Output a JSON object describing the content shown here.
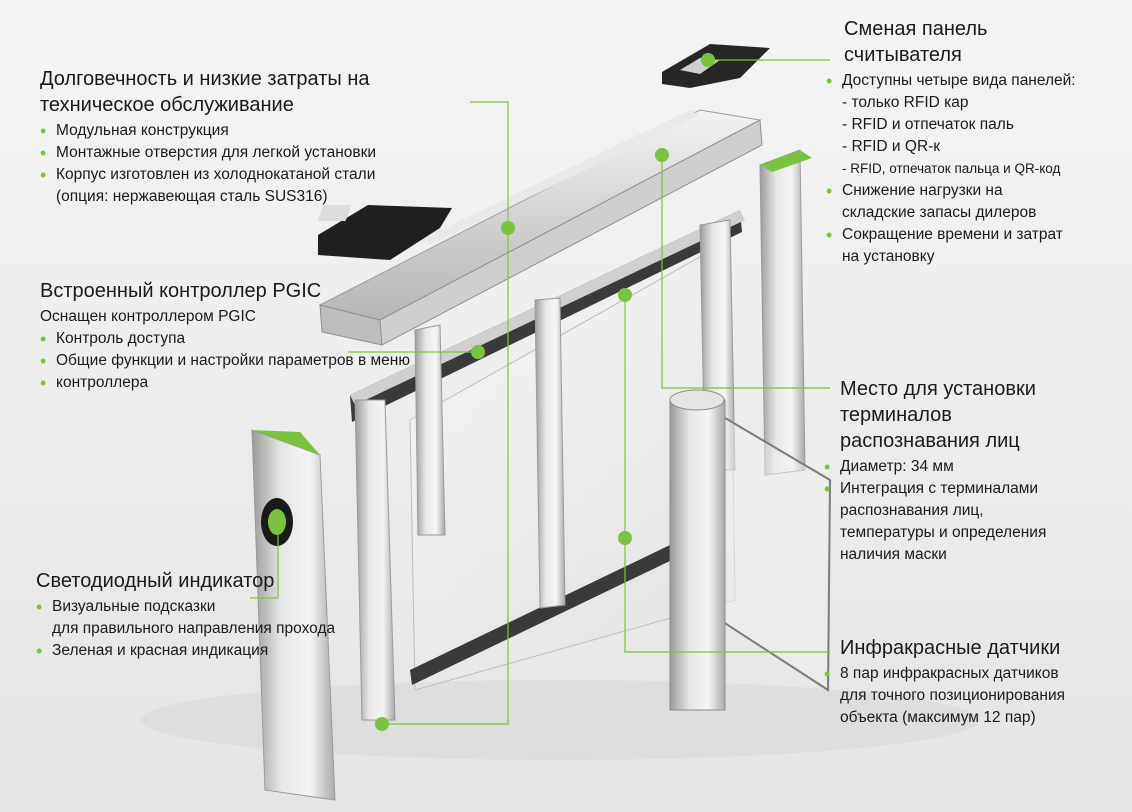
{
  "colors": {
    "accent": "#7cc242",
    "line": "#7cc242",
    "steel": "#c8c8c8",
    "dark": "#222222"
  },
  "callouts": {
    "durability": {
      "title": [
        "Долговечность и низкие затраты на",
        "техническое обслуживание"
      ],
      "items": [
        "Модульная конструкция",
        "Монтажные отверстия для легкой установки",
        "Корпус изготовлен из холоднокатаной стали",
        "(опция: нержавеющая сталь SUS316)"
      ]
    },
    "controller": {
      "title": [
        "Встроенный контроллер PGIC"
      ],
      "items": [
        "Оснащен контроллером PGIC",
        "Контроль доступа",
        "Общие функции и настройки параметров в меню",
        "контроллера"
      ]
    },
    "led": {
      "title": [
        "Светодиодный индикатор"
      ],
      "items": [
        "Визуальные подсказки",
        "для правильного направления прохода",
        "Зеленая и красная индикация"
      ]
    },
    "reader": {
      "title": [
        "Сменая панель",
        "считывателя"
      ],
      "items": [
        "Доступны четыре вида панелей:",
        "- только RFID кар",
        "- RFID и отпечаток паль",
        "- RFID и QR-к",
        "- RFID, отпечаток пальца и QR-код",
        "Снижение нагрузки на",
        "складские запасы дилеров",
        "Сокращение времени и затрат",
        "на установку"
      ]
    },
    "face": {
      "title": [
        "Место для установки",
        "терминалов",
        "распознавания лиц"
      ],
      "items": [
        "Диаметр: 34 мм",
        "Интеграция с терминалами",
        "распознавания лиц,",
        "температуры и определения",
        "наличия маски"
      ]
    },
    "infrared": {
      "title": [
        "Инфракрасные датчики"
      ],
      "items": [
        "8 пар инфракрасных датчиков",
        "для точного позиционирования",
        "объекта (максимум 12 пар)"
      ]
    }
  }
}
